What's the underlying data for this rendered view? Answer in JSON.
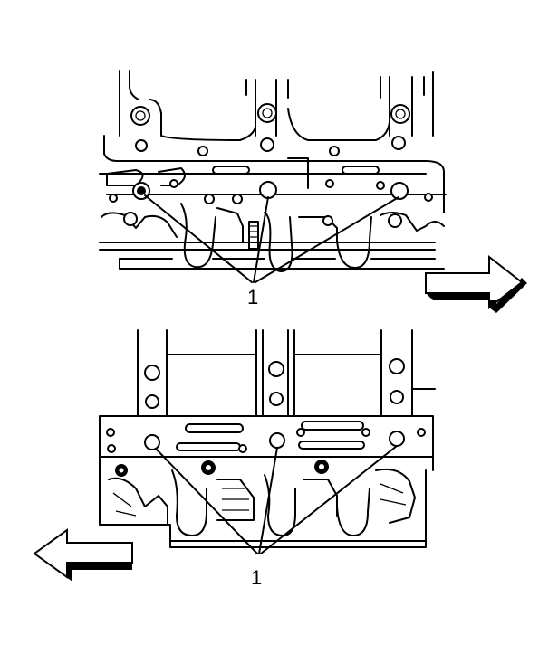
{
  "diagram": {
    "top_panel": {
      "callout_label": "1",
      "arrow_direction": "right"
    },
    "bottom_panel": {
      "callout_label": "1",
      "arrow_direction": "left"
    }
  }
}
